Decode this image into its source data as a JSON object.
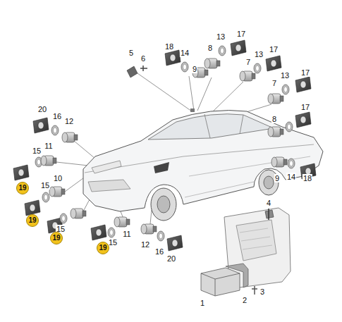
{
  "diagram": {
    "nodes": [
      {
        "text": [
          "19"
        ]
      },
      {
        "text": [
          "19"
        ]
      },
      {
        "text": [
          "19"
        ]
      },
      {
        "text": [
          "19"
        ]
      }
    ],
    "labels": [
      "5",
      "6",
      "18",
      "14",
      "9",
      "8",
      "13",
      "17",
      "7",
      "13",
      "17",
      "7",
      "13",
      "17",
      "8",
      "17",
      "20",
      "16",
      "12",
      "15",
      "11",
      "15",
      "10",
      "15",
      "15",
      "11",
      "9",
      "14",
      "18",
      "4",
      "12",
      "16",
      "20",
      "1",
      "2",
      "3"
    ]
  }
}
